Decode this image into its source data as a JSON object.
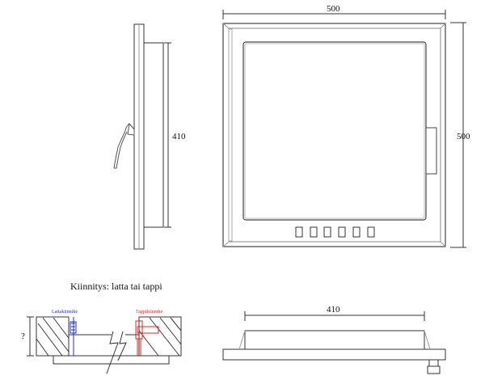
{
  "dimensions": {
    "front_width": "500",
    "front_height": "500",
    "side_height": "410",
    "bottom_width": "410",
    "fixing_height": "?"
  },
  "fixing": {
    "caption": "Kiinnitys: latta tai tappi",
    "left_label": "Lattakiinnike",
    "right_label": "Tappikiinnike"
  },
  "colors": {
    "line": "#333333",
    "frame_gray": "#888888",
    "left_fixing": "#1a2fd1",
    "right_fixing": "#e0241b"
  }
}
